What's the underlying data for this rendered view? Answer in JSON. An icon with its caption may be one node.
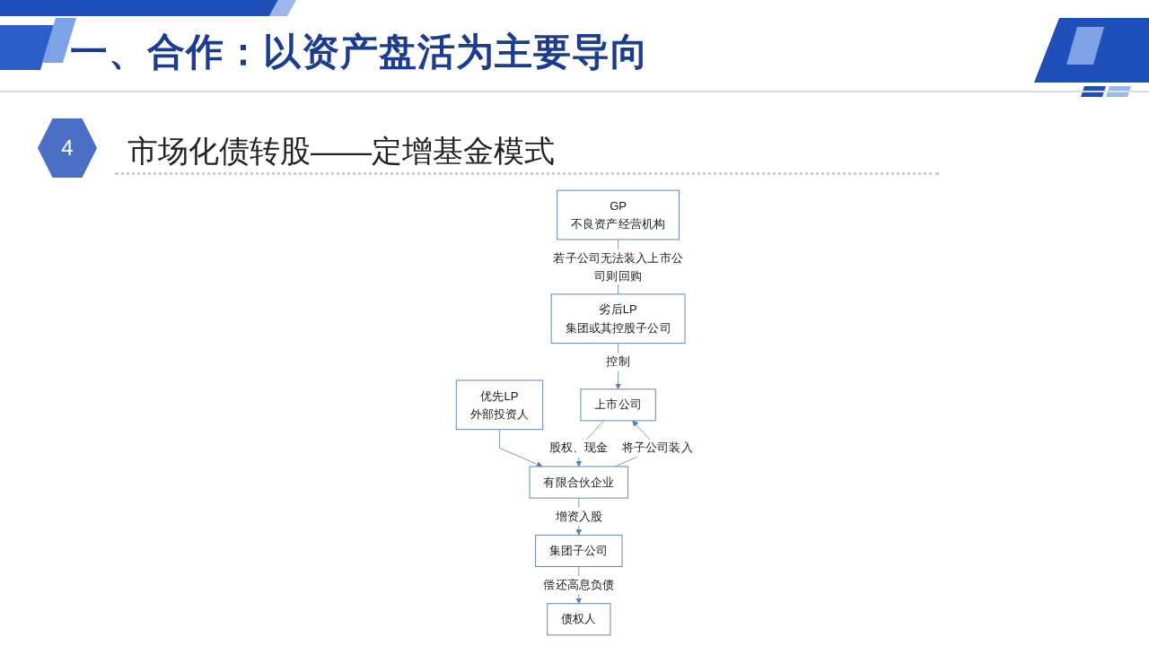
{
  "diagram": {
    "title": "一、合作：以资产盘活为主要导向",
    "nodes": [
      {
        "text": [
          "GP",
          "不良资产经营机构"
        ]
      },
      {
        "text": [
          "优先LP",
          "外部投资人"
        ]
      },
      {
        "text": [
          "劣后LP",
          "集团或其控股子公司"
        ]
      },
      {
        "text": [
          "有限合伙企业"
        ]
      },
      {
        "text": [
          "上市公司"
        ]
      },
      {
        "text": [
          "集团子公司"
        ]
      },
      {
        "text": [
          "债权人"
        ]
      }
    ],
    "edges": [
      {
        "from": 0,
        "to": 2,
        "arrow": "none",
        "label": "若子公司无法装入上市公司则回购"
      },
      {
        "from": 1,
        "to": 3,
        "arrow": "to"
      },
      {
        "from": 2,
        "to": 4,
        "arrow": "to",
        "label": "控制"
      },
      {
        "from": 3,
        "to": 4,
        "arrow": "to",
        "label": "将子公司装入"
      },
      {
        "from": 4,
        "to": 3,
        "arrow": "to",
        "label": "股权、现金"
      },
      {
        "from": 3,
        "to": 5,
        "arrow": "to",
        "label": "增资入股"
      },
      {
        "from": 5,
        "to": 6,
        "arrow": "to",
        "label": "偿还高息负债"
      }
    ],
    "labels": [
      "4",
      "市场化债转股——定增基金模式"
    ]
  }
}
